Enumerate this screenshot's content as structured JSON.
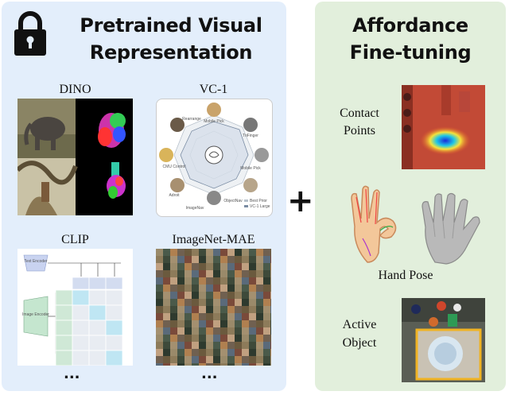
{
  "left_heading": {
    "line1": "Pretrained Visual",
    "line2": "Representation"
  },
  "right_heading": {
    "line1": "Affordance",
    "line2": "Fine-tuning"
  },
  "models": [
    {
      "label": "DINO"
    },
    {
      "label": "VC-1"
    },
    {
      "label": "CLIP"
    },
    {
      "label": "ImageNet-MAE"
    }
  ],
  "vc1_labels": [
    "Mobile Pick",
    "TriFinger",
    "Mobile Pick",
    "ObjectNav",
    "ImageNav",
    "Adroit",
    "CMU Control",
    "Rearrange"
  ],
  "vc1_legend": [
    "Best Prior",
    "VC-1 Large"
  ],
  "clip_text_encoder": "Text Encoder",
  "clip_image_encoder": "Image Encoder",
  "ellipsis": "...",
  "plus": "+",
  "affordances": [
    {
      "line1": "Contact",
      "line2": "Points"
    },
    {
      "line1": "Hand Pose",
      "line2": ""
    },
    {
      "line1": "Active",
      "line2": "Object"
    }
  ],
  "colors": {
    "left_panel": "#e3eefb",
    "right_panel": "#e2efdc",
    "active_box": "#f0b323"
  },
  "icons": [
    "lock-icon",
    "plus-icon"
  ]
}
